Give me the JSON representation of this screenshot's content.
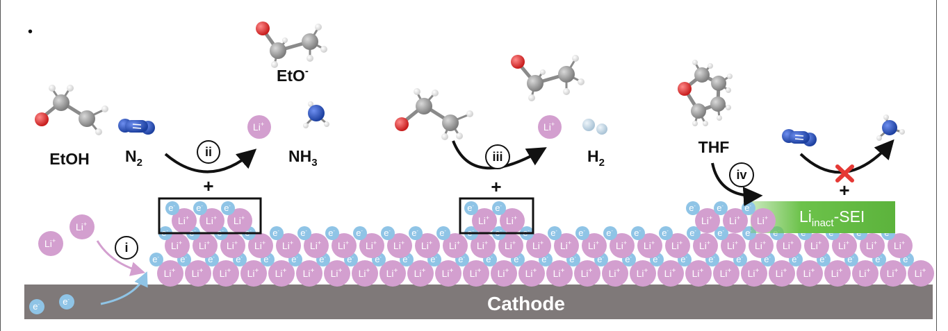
{
  "labels": {
    "etoh": "EtOH",
    "n2_main": "N",
    "n2_sub": "2",
    "nh3_main": "NH",
    "nh3_sub": "3",
    "eto_main": "EtO",
    "eto_sup": "-",
    "h2_main": "H",
    "h2_sub": "2",
    "thf": "THF",
    "cathode": "Cathode",
    "sei_pre": "Li",
    "sei_sub": "inact",
    "sei_post": "-SEI"
  },
  "steps": [
    "i",
    "ii",
    "iii",
    "iv"
  ],
  "symbols": {
    "li_ion": "Li",
    "li_charge": "+",
    "electron": "e",
    "electron_charge": "-",
    "plus": "+",
    "bullet": "•"
  },
  "colors": {
    "li": "#d39fcf",
    "electron": "#8fc4e6",
    "cathode": "#7f7979",
    "sei_green": "#6cc24a",
    "oxygen": "#e52b2b",
    "nitrogen": "#2b59c3",
    "carbon": "#9e9e9e",
    "hydrogen": "#f2f2f2",
    "h2_gas": "#c9dbe8",
    "forbidden": "#e53935",
    "arrow_li": "#d39fcf",
    "arrow_e": "#8fc4e6"
  }
}
